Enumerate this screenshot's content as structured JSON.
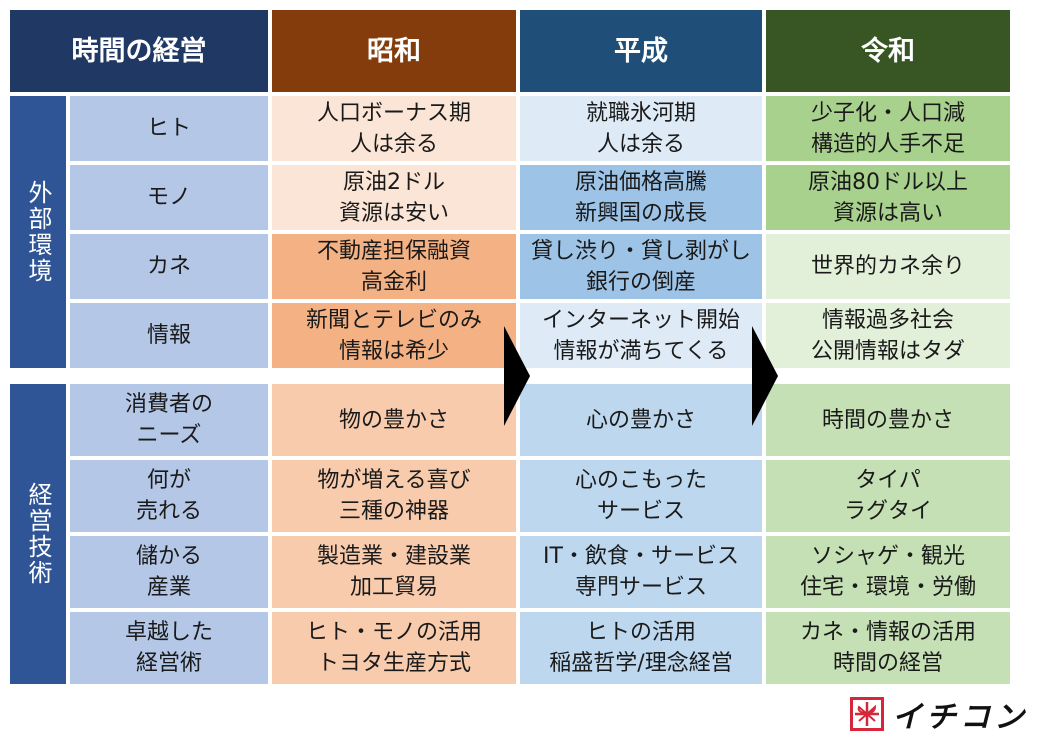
{
  "headers": [
    "時間の経営",
    "昭和",
    "平成",
    "令和"
  ],
  "groups": [
    "外部環境",
    "経営技術"
  ],
  "rows": [
    {
      "label": "ヒト",
      "showa": "人口ボーナス期\n人は余る",
      "heisei": "就職氷河期\n人は余る",
      "reiwa": "少子化・人口減\n構造的人手不足"
    },
    {
      "label": "モノ",
      "showa": "原油2ドル\n資源は安い",
      "heisei": "原油価格高騰\n新興国の成長",
      "reiwa": "原油80ドル以上\n資源は高い"
    },
    {
      "label": "カネ",
      "showa": "不動産担保融資\n高金利",
      "heisei": "貸し渋り・貸し剥がし\n銀行の倒産",
      "reiwa": "世界的カネ余り"
    },
    {
      "label": "情報",
      "showa": "新聞とテレビのみ\n情報は希少",
      "heisei": "インターネット開始\n情報が満ちてくる",
      "reiwa": "情報過多社会\n公開情報はタダ"
    },
    {
      "label": "消費者の\nニーズ",
      "showa": "物の豊かさ",
      "heisei": "心の豊かさ",
      "reiwa": "時間の豊かさ"
    },
    {
      "label": "何が\n売れる",
      "showa": "物が増える喜び\n三種の神器",
      "heisei": "心のこもった\nサービス",
      "reiwa": "タイパ\nラグタイ"
    },
    {
      "label": "儲かる\n産業",
      "showa": "製造業・建設業\n加工貿易",
      "heisei": "IT・飲食・サービス\n専門サービス",
      "reiwa": "ソシャゲ・観光\n住宅・環境・労働"
    },
    {
      "label": "卓越した\n経営術",
      "showa": "ヒト・モノの活用\nトヨタ生産方式",
      "heisei": "ヒトの活用\n稲盛哲学/理念経営",
      "reiwa": "カネ・情報の活用\n時間の経営"
    }
  ],
  "logo": {
    "text": "イチコン",
    "icon": "gift-ribbon-icon"
  },
  "colors": {
    "header_time": "#1f3864",
    "header_showa": "#843c0c",
    "header_heisei": "#1f4e79",
    "header_reiwa": "#375623",
    "group_bg": "#2f5597",
    "label_bg": "#b4c7e7",
    "arrow": "#000000"
  }
}
